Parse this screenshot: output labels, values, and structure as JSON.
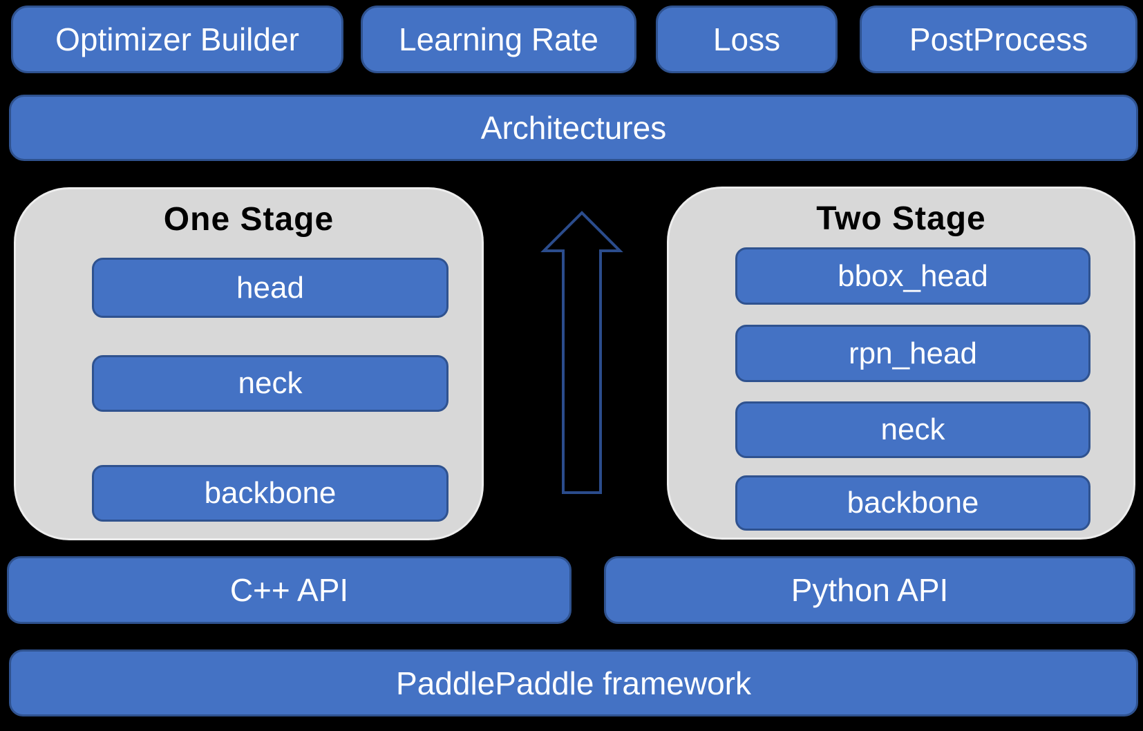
{
  "colors": {
    "background": "#000000",
    "box_fill": "#4472C4",
    "box_border": "#2F528F",
    "box_text": "#FFFFFF",
    "container_fill": "#D8D8D8",
    "container_border": "#EDEDED",
    "title_color": "#000000",
    "arrow_stroke": "#2B4C8C"
  },
  "diagram": {
    "top_row": [
      {
        "label": "Optimizer Builder"
      },
      {
        "label": "Learning Rate"
      },
      {
        "label": "Loss"
      },
      {
        "label": "PostProcess"
      }
    ],
    "architectures_label": "Architectures",
    "one_stage": {
      "title": "One Stage",
      "modules": [
        "head",
        "neck",
        "backbone"
      ]
    },
    "two_stage": {
      "title": "Two Stage",
      "modules": [
        "bbox_head",
        "rpn_head",
        "neck",
        "backbone"
      ]
    },
    "api_row": [
      {
        "label": "C++ API"
      },
      {
        "label": "Python API"
      }
    ],
    "framework_label": "PaddlePaddle framework"
  }
}
